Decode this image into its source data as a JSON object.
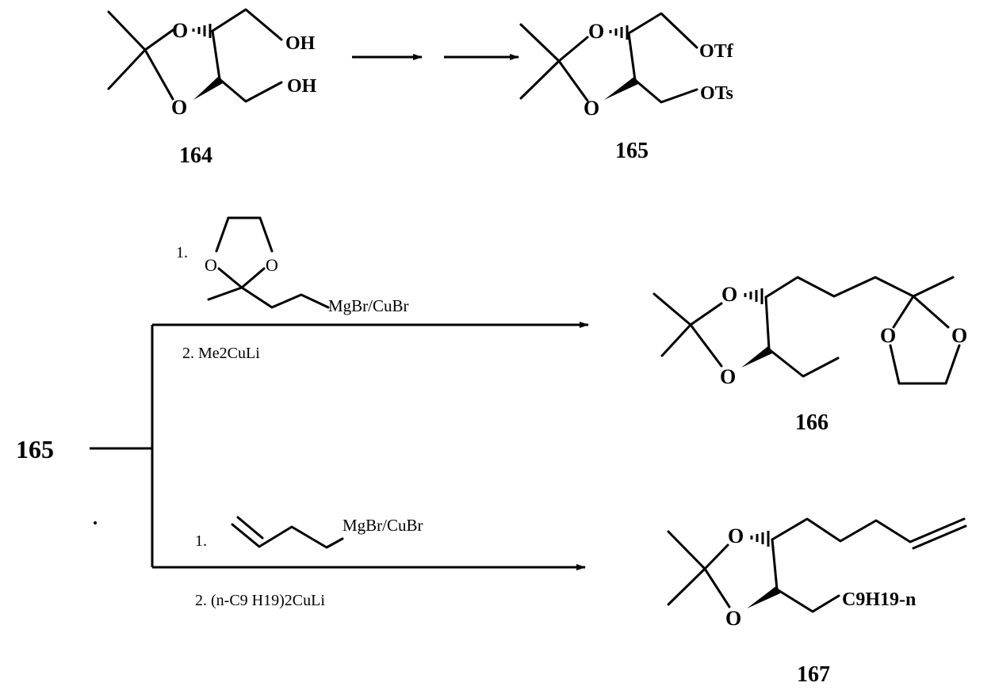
{
  "compounds": {
    "c164": "164",
    "c165": "165",
    "c165_start": "165",
    "c166": "166",
    "c167": "167"
  },
  "atoms": {
    "oxygen": "O",
    "hydroxyl": "OH",
    "triflate": "OTf",
    "tosylate": "OTs",
    "nonyl": "C9H19-n"
  },
  "reagents": {
    "upper_step1_num": "1.",
    "upper_step1_text": "MgBr/CuBr",
    "upper_step2": "2.  Me2CuLi",
    "lower_step1_num": "1.",
    "lower_step1_text": "MgBr/CuBr",
    "lower_step2": "2.  (n-C9 H19)2CuLi"
  }
}
